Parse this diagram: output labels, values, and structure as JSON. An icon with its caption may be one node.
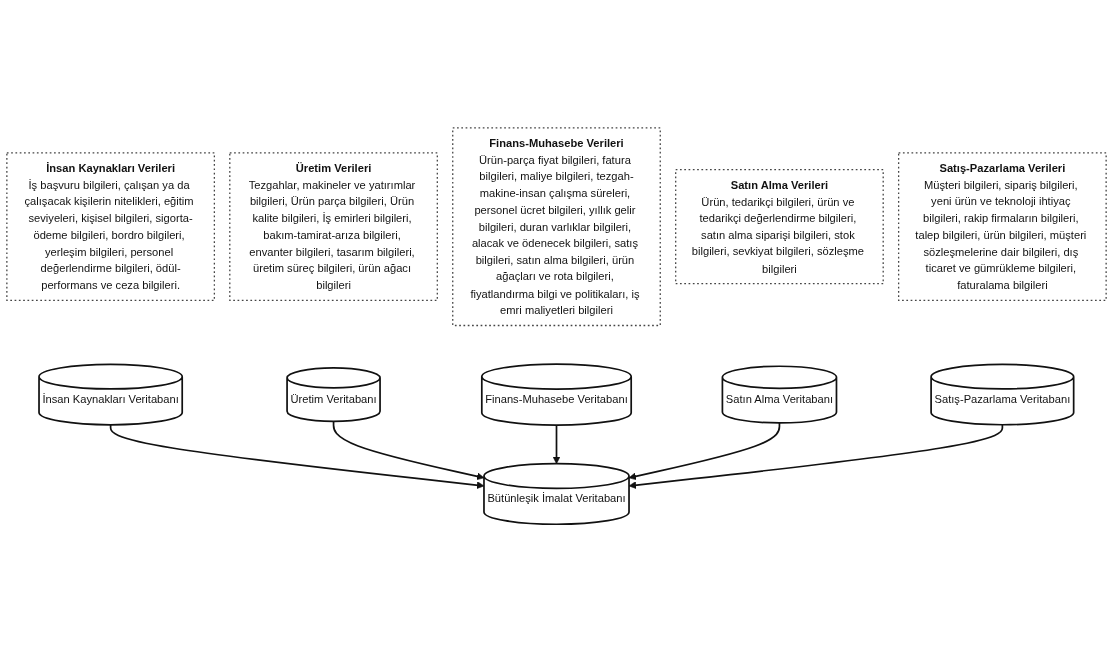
{
  "diagram": {
    "nodes": [
      {
        "text": [
          "İnsan Kaynakları Verileri",
          "İş başvuru bilgileri, çalışan ya da çalışacak kişilerin nitelikleri, eğitim seviyeleri, kişisel bilgileri, sigorta-ödeme bilgileri, bordro bilgileri, yerleşim bilgileri, personel değerlendirme bilgileri, ödül-performans ve ceza bilgileri."
        ]
      },
      {
        "text": [
          "İnsan Kaynakları Veritabanı"
        ]
      },
      {
        "text": [
          "Üretim Veritabanı"
        ]
      },
      {
        "text": [
          "Üretim Verileri",
          "Tezgahlar, makineler ve yatırımlar bilgileri, Ürün parça bilgileri, Ürün kalite bilgileri, İş emirleri bilgileri, bakım-tamirat-arıza bilgileri, envanter bilgileri, tasarım bilgileri, üretim süreç bilgileri, ürün ağacı bilgileri"
        ]
      },
      {
        "text": [
          "Bütünleşik İmalat Veritabanı"
        ]
      },
      {
        "text": [
          "Finans-Muhasebe Verileri",
          "Ürün-parça fiyat bilgileri, fatura bilgileri, maliye bilgileri, tezgah-makine-insan çalışma süreleri, personel ücret bilgileri, yıllık gelir bilgileri, duran varlıklar bilgileri, alacak ve ödenecek bilgileri, satış bilgileri, satın alma bilgileri, ürün ağaçları ve rota bilgileri, fiyatlandırma bilgi ve politikaları, iş emri maliyetleri bilgileri"
        ]
      },
      {
        "text": [
          "Finans-Muhasebe Veritabanı"
        ]
      },
      {
        "text": [
          "Satın Alma Veritabanı"
        ]
      },
      {
        "text": [
          "Satış-Pazarlama Veritabanı"
        ]
      },
      {
        "text": [
          "Satış-Pazarlama Verileri",
          "Müşteri bilgileri, sipariş bilgileri, yeni ürün ve teknoloji ihtiyaç bilgileri, rakip firmaların bilgileri, talep bilgileri, ürün bilgileri, müşteri sözleşmelerine dair bilgileri, dış ticaret ve gümrükleme bilgileri, faturalama bilgileri"
        ]
      },
      {
        "text": [
          "Satın Alma Verileri",
          "Ürün, tedarikçi bilgileri, ürün ve tedarikçi değerlendirme bilgileri, satın alma siparişi bilgileri, stok bilgileri, sevkiyat bilgileri, sözleşme bilgileri"
        ]
      }
    ],
    "edges": [
      {
        "from": 1,
        "to": 4,
        "arrow": "to"
      },
      {
        "from": 2,
        "to": 4,
        "arrow": "to"
      },
      {
        "from": 6,
        "to": 4,
        "arrow": "to"
      },
      {
        "from": 7,
        "to": 4,
        "arrow": "to"
      },
      {
        "from": 8,
        "to": 4,
        "arrow": "to"
      }
    ]
  }
}
